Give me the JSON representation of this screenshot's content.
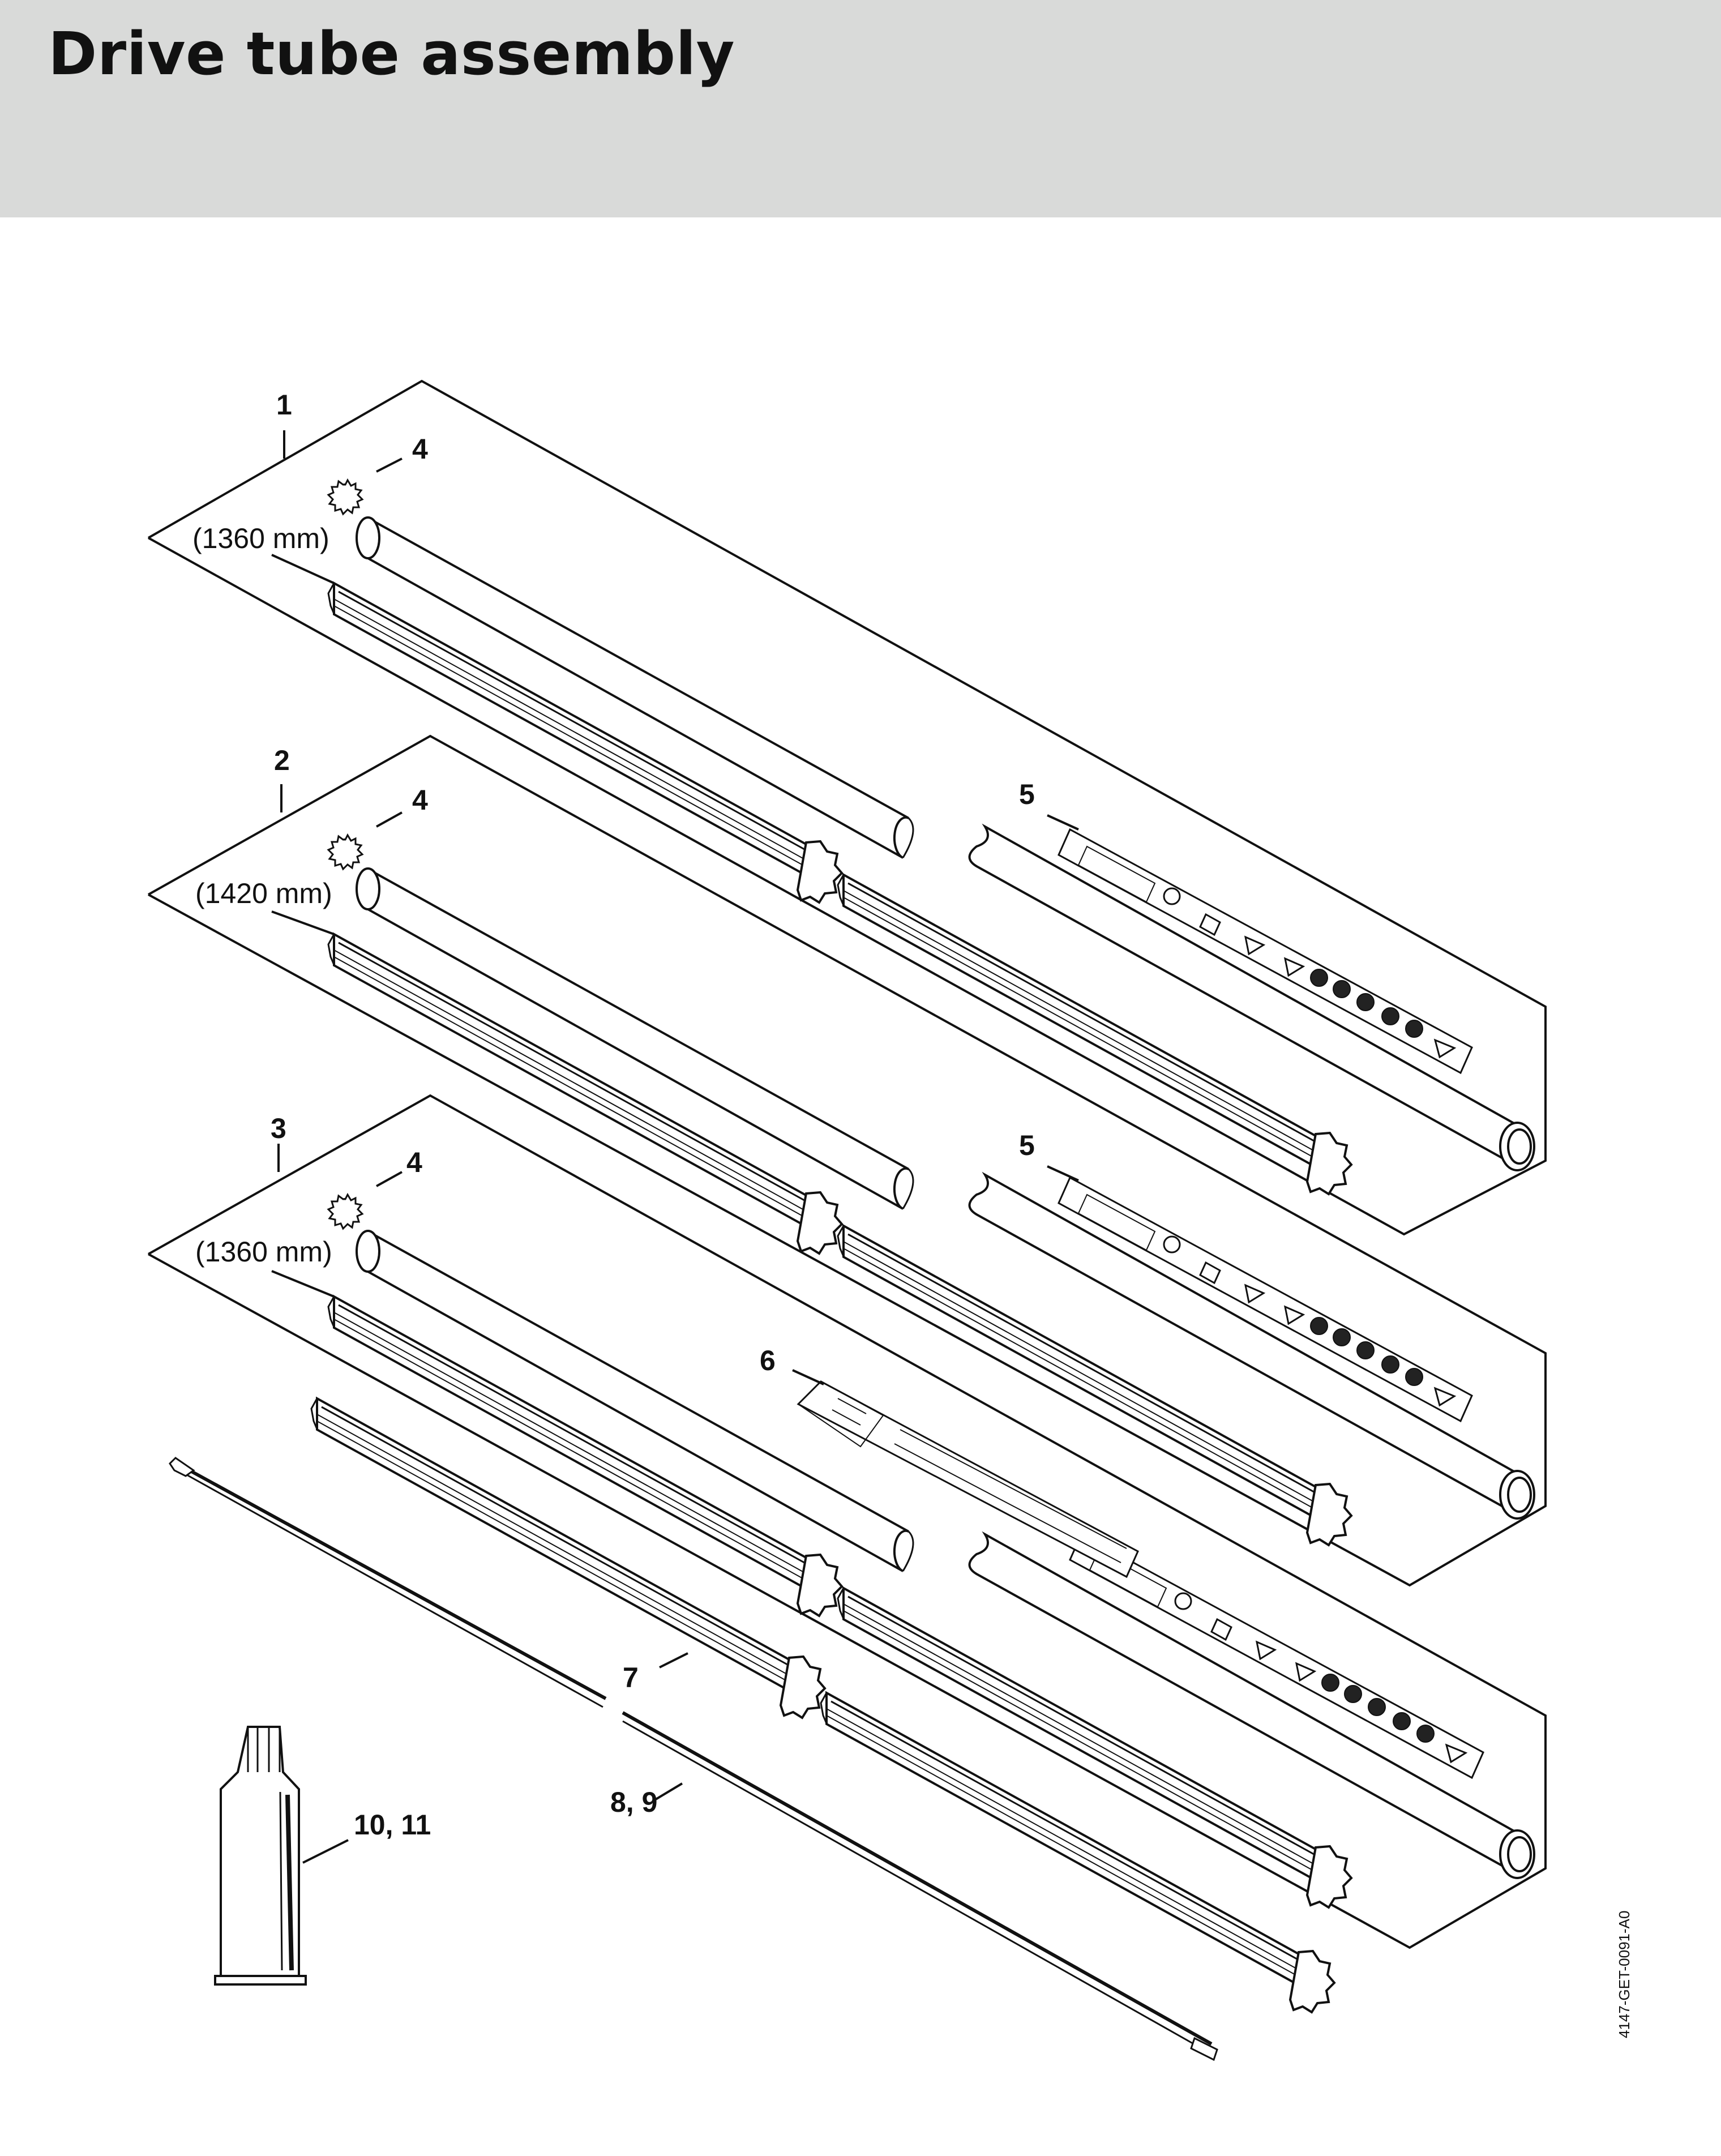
{
  "title": "Drive tube assembly",
  "callouts": {
    "c1": "1",
    "c2": "2",
    "c3": "3",
    "c4a": "4",
    "c4b": "4",
    "c4c": "4",
    "c5a": "5",
    "c5b": "5",
    "c6": "6",
    "c7": "7",
    "c89": "8, 9",
    "c1011": "10, 11"
  },
  "dimensions": {
    "d1": "(1360 mm)",
    "d2": "(1420 mm)",
    "d3": "(1360 mm)"
  },
  "drawing_code": "4147-GET-0091-A0"
}
